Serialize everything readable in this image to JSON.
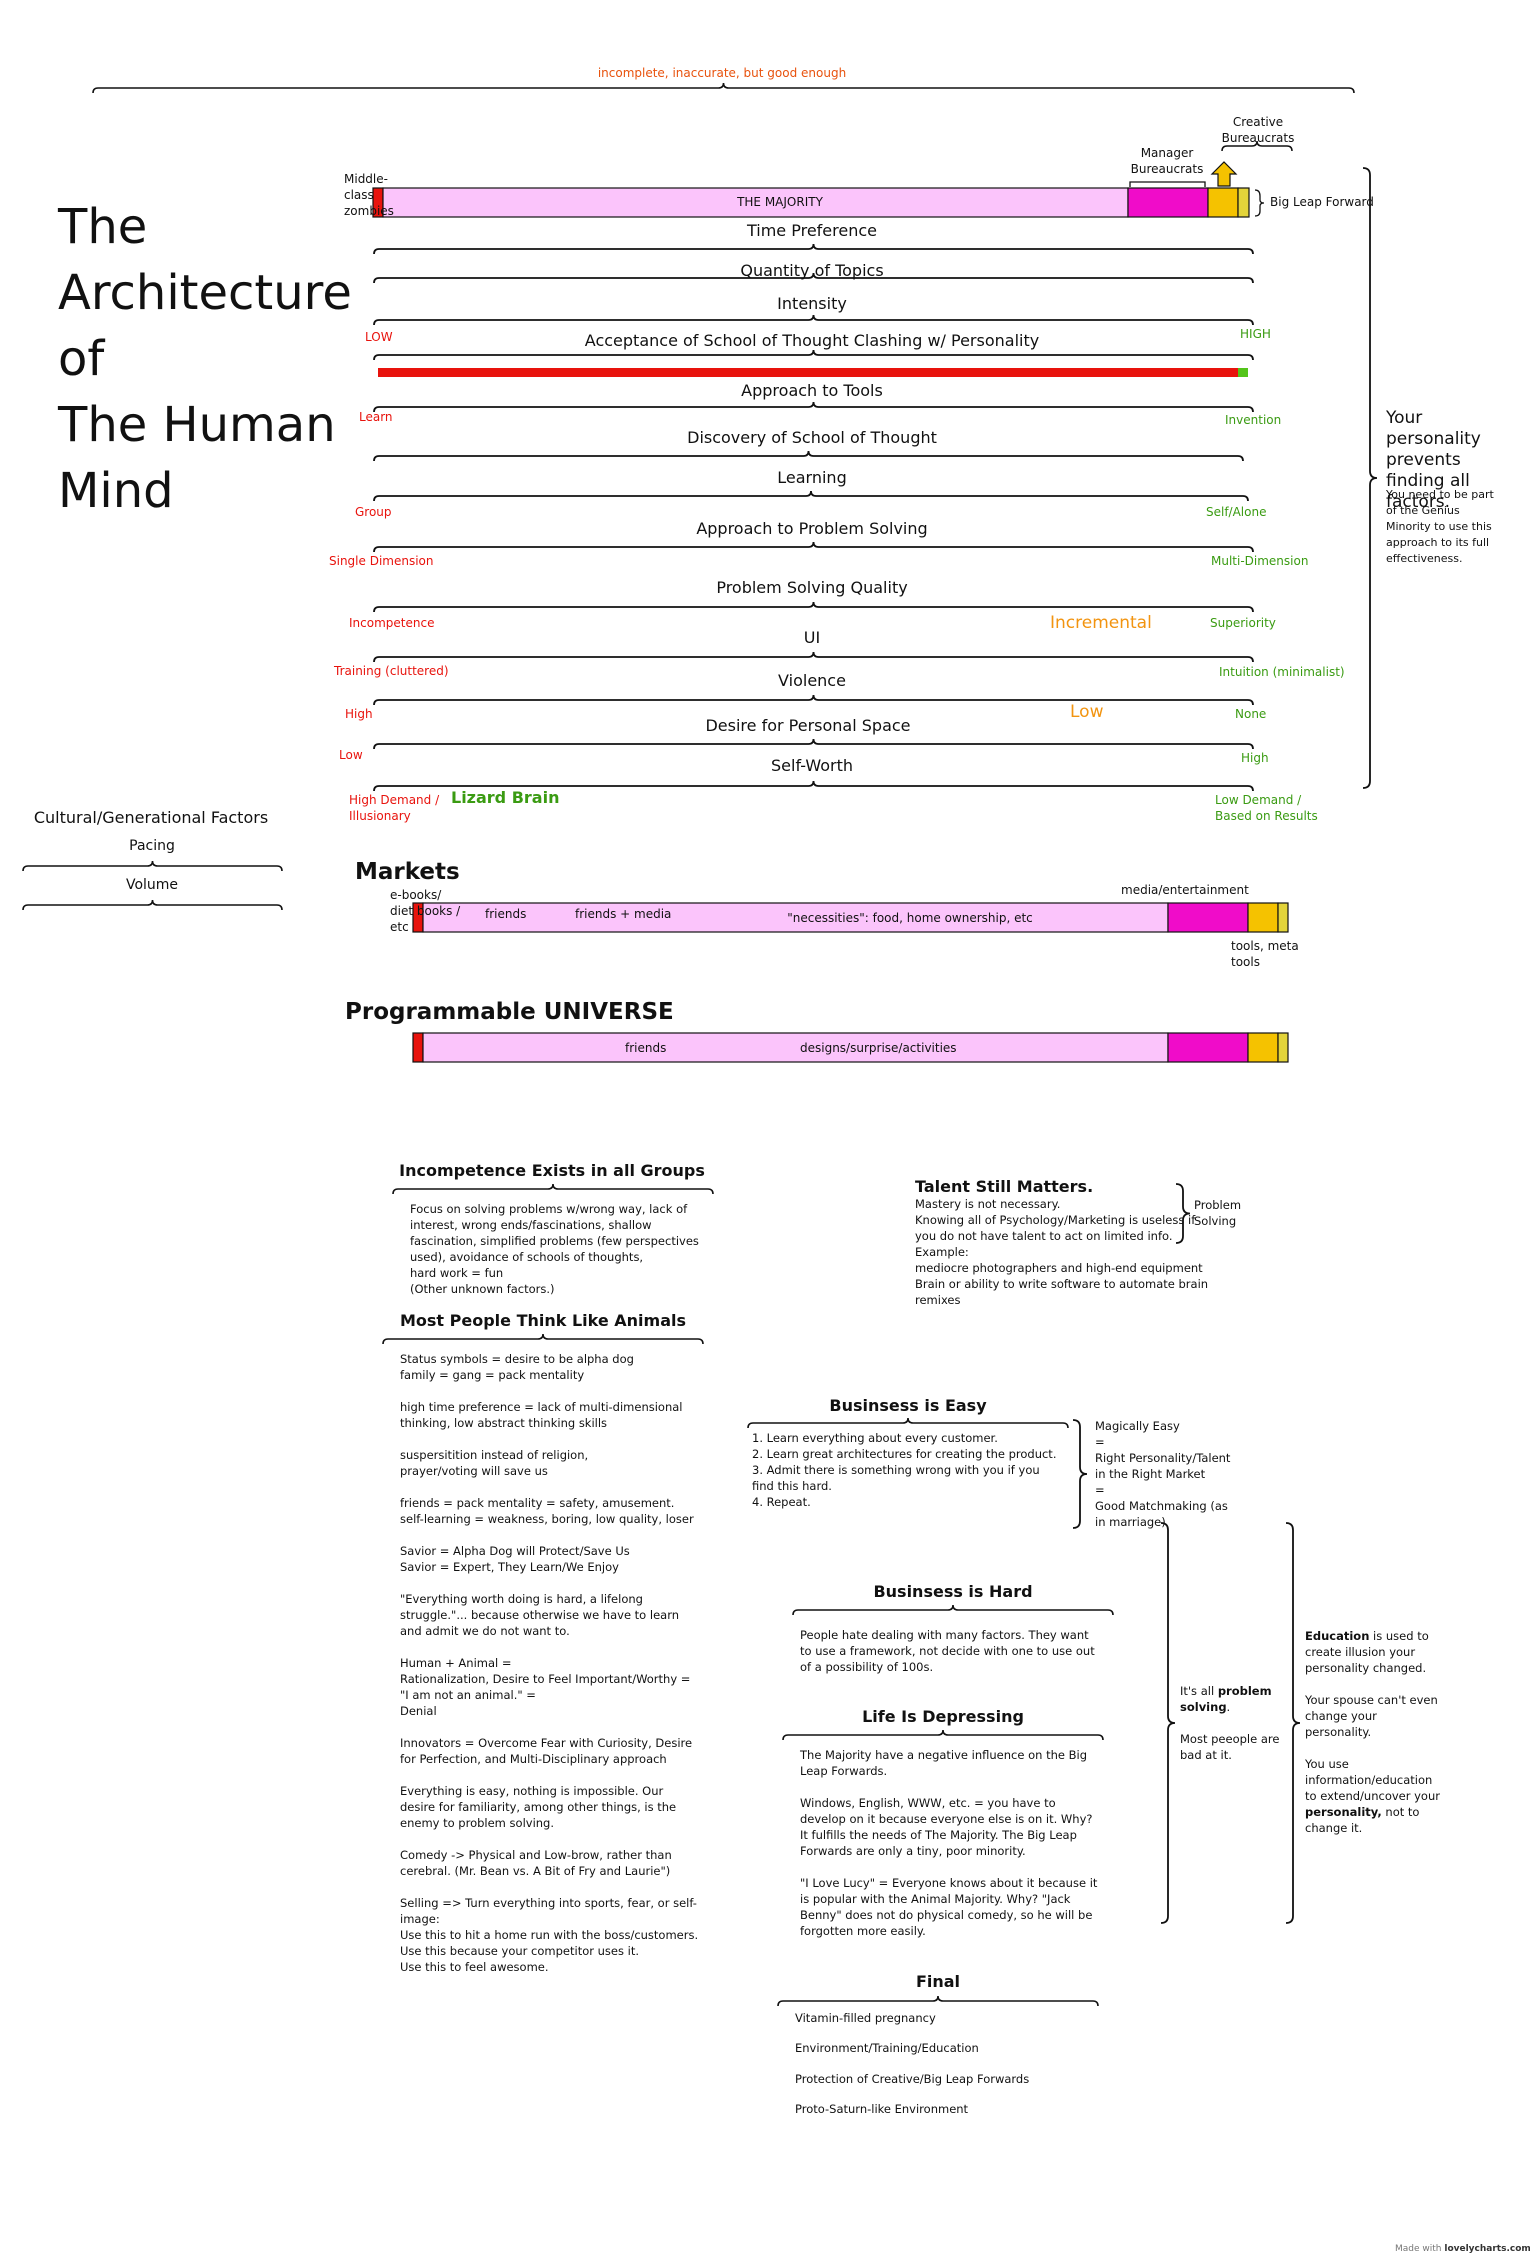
{
  "header": {
    "caption": "incomplete, inaccurate, but good enough"
  },
  "title": [
    "The",
    "Architecture",
    "of",
    "The Human",
    "Mind"
  ],
  "colors": {
    "red": "#e8130d",
    "pink": "#fbc4fb",
    "magenta": "#f00cc9",
    "gold": "#f5c200",
    "yellow_light": "#e3d43a",
    "green": "#3a9b12",
    "orange": "#f29410"
  },
  "population_bar": {
    "left_label": "Middle-\nclass\nzombies",
    "majority_label": "THE MAJORITY",
    "manager_label": "Manager\nBureaucrats",
    "creative_label": "Creative\nBureaucrats",
    "big_leap_label": "Big Leap Forward"
  },
  "scales": [
    {
      "name": "Time Preference",
      "left": "",
      "right": ""
    },
    {
      "name": "Quantity of Topics",
      "left": "",
      "right": ""
    },
    {
      "name": "Intensity",
      "left": "LOW",
      "right": "HIGH"
    },
    {
      "name": "Acceptance of School of Thought Clashing w/ Personality",
      "left": "",
      "right": ""
    },
    {
      "name": "Approach to Tools",
      "left": "Learn",
      "right": "Invention"
    },
    {
      "name": "Discovery of School of Thought",
      "left": "",
      "right": ""
    },
    {
      "name": "Learning",
      "left": "Group",
      "right": "Self/Alone"
    },
    {
      "name": "Approach to Problem Solving",
      "left": "Single Dimension",
      "right": "Multi-Dimension"
    },
    {
      "name": "Problem Solving Quality",
      "left": "Incompetence",
      "right": "Superiority",
      "middle": "Incremental"
    },
    {
      "name": "UI",
      "left": "Training (cluttered)",
      "right": "Intuition (minimalist)"
    },
    {
      "name": "Violence",
      "left": "High",
      "right": "None",
      "middle": "Low"
    },
    {
      "name": "Desire for Personal Space",
      "left": "Low",
      "right": "High"
    },
    {
      "name": "Self-Worth",
      "left": "High Demand /\nIllusionary",
      "right": "Low Demand /\nBased on Results",
      "middle": "Lizard Brain"
    }
  ],
  "personality_note": {
    "big": "Your personality prevents finding all factors.",
    "small": "You need to be part of the Genius Minority to use this approach to its full effectiveness."
  },
  "cultural": {
    "title": "Cultural/Generational Factors",
    "items": [
      "Pacing",
      "Volume"
    ]
  },
  "markets": {
    "title": "Markets",
    "left_label": "e-books/\ndiet books /\netc",
    "seg1": "friends",
    "seg2": "friends + media",
    "seg3": "\"necessities\": food, home ownership, etc",
    "top_right": "media/entertainment",
    "bottom_right": "tools, meta\ntools"
  },
  "universe": {
    "title": "Programmable UNIVERSE",
    "seg1": "friends",
    "seg2": "designs/surprise/activities"
  },
  "incompetence": {
    "title": "Incompetence Exists in all Groups",
    "body": "Focus on solving problems w/wrong way, lack of interest, wrong ends/fascinations, shallow fascination, simplified problems (few perspectives used), avoidance of schools of thoughts,\nhard work = fun\n(Other unknown factors.)"
  },
  "animals": {
    "title": "Most People Think Like Animals",
    "paragraphs": [
      "Status symbols = desire to be alpha dog\nfamily = gang = pack mentality",
      "high time preference = lack of multi-dimensional thinking, low abstract thinking skills",
      "suspersitition instead of religion,\nprayer/voting will save us",
      "friends = pack mentality = safety, amusement.\nself-learning = weakness, boring, low quality, loser",
      "Savior = Alpha Dog will Protect/Save Us\nSavior = Expert, They Learn/We Enjoy",
      "\"Everything worth doing is hard, a lifelong struggle.\"... because otherwise we have to learn and admit we do not want to.",
      "Human + Animal =\nRationalization, Desire to Feel Important/Worthy =\n\"I am not an animal.\" =\nDenial",
      "Innovators = Overcome Fear with Curiosity, Desire for Perfection, and Multi-Disciplinary approach",
      "Everything is easy, nothing is impossible. Our desire for familiarity, among other things, is the enemy to problem solving.",
      "Comedy -> Physical and Low-brow, rather than cerebral. (Mr. Bean vs. A Bit of Fry and Laurie\")",
      "Selling => Turn everything into sports, fear, or self-image:\nUse this to hit a home run with the boss/customers.\nUse this because your competitor uses it.\nUse this to feel awesome."
    ]
  },
  "talent": {
    "title": "Talent Still Matters.",
    "body": "Mastery is not necessary.\nKnowing all of Psychology/Marketing is useless if you do not have talent to act on limited info.\nExample:\nmediocre photographers and high-end equipment\nBrain or ability to write software to automate brain remixes",
    "side": "Problem\nSolving"
  },
  "business_easy": {
    "title": "Businsess is Easy",
    "body": "1. Learn everything about every customer.\n2. Learn great architectures for creating the product.\n3. Admit there is something wrong with you if you find this hard.\n4. Repeat.",
    "side": "Magically Easy\n=\nRight Personality/Talent in the Right Market\n=\nGood Matchmaking (as in marriage)"
  },
  "business_hard": {
    "title": "Businsess is Hard",
    "body": "People hate dealing with many factors. They want to use a framework, not decide with one to use out of a possibility of 100s."
  },
  "depressing": {
    "title": "Life Is Depressing",
    "paragraphs": [
      "The Majority have a negative influence on the Big Leap Forwards.",
      "Windows, English, WWW, etc. = you have to develop on it because everyone else is on it. Why? It fulfills the needs of The Majority. The Big Leap Forwards are only a tiny, poor minority.",
      "\"I Love Lucy\" = Everyone knows about it because it is popular with the Animal Majority. Why? \"Jack Benny\" does not do physical comedy, so he will be forgotten more easily."
    ]
  },
  "problem_note": {
    "p1_a": "It's all ",
    "p1_b": "problem solving",
    "p1_c": ".",
    "p2": "Most peeople are bad at it."
  },
  "education_note": {
    "p1_a": "Education",
    "p1_b": " is used to create illusion your personality changed.",
    "p2": "Your spouse can't even change your personality.",
    "p3_a": "You use information/education to extend/uncover your ",
    "p3_b": "personality,",
    "p3_c": " not to change it."
  },
  "final": {
    "title": "Final",
    "items": [
      "Vitamin-filled pregnancy",
      "Environment/Training/Education",
      "Protection of Creative/Big Leap Forwards",
      "Proto-Saturn-like Environment"
    ]
  },
  "footer": {
    "made_with": "Made with ",
    "brand": "lovelycharts.com"
  }
}
